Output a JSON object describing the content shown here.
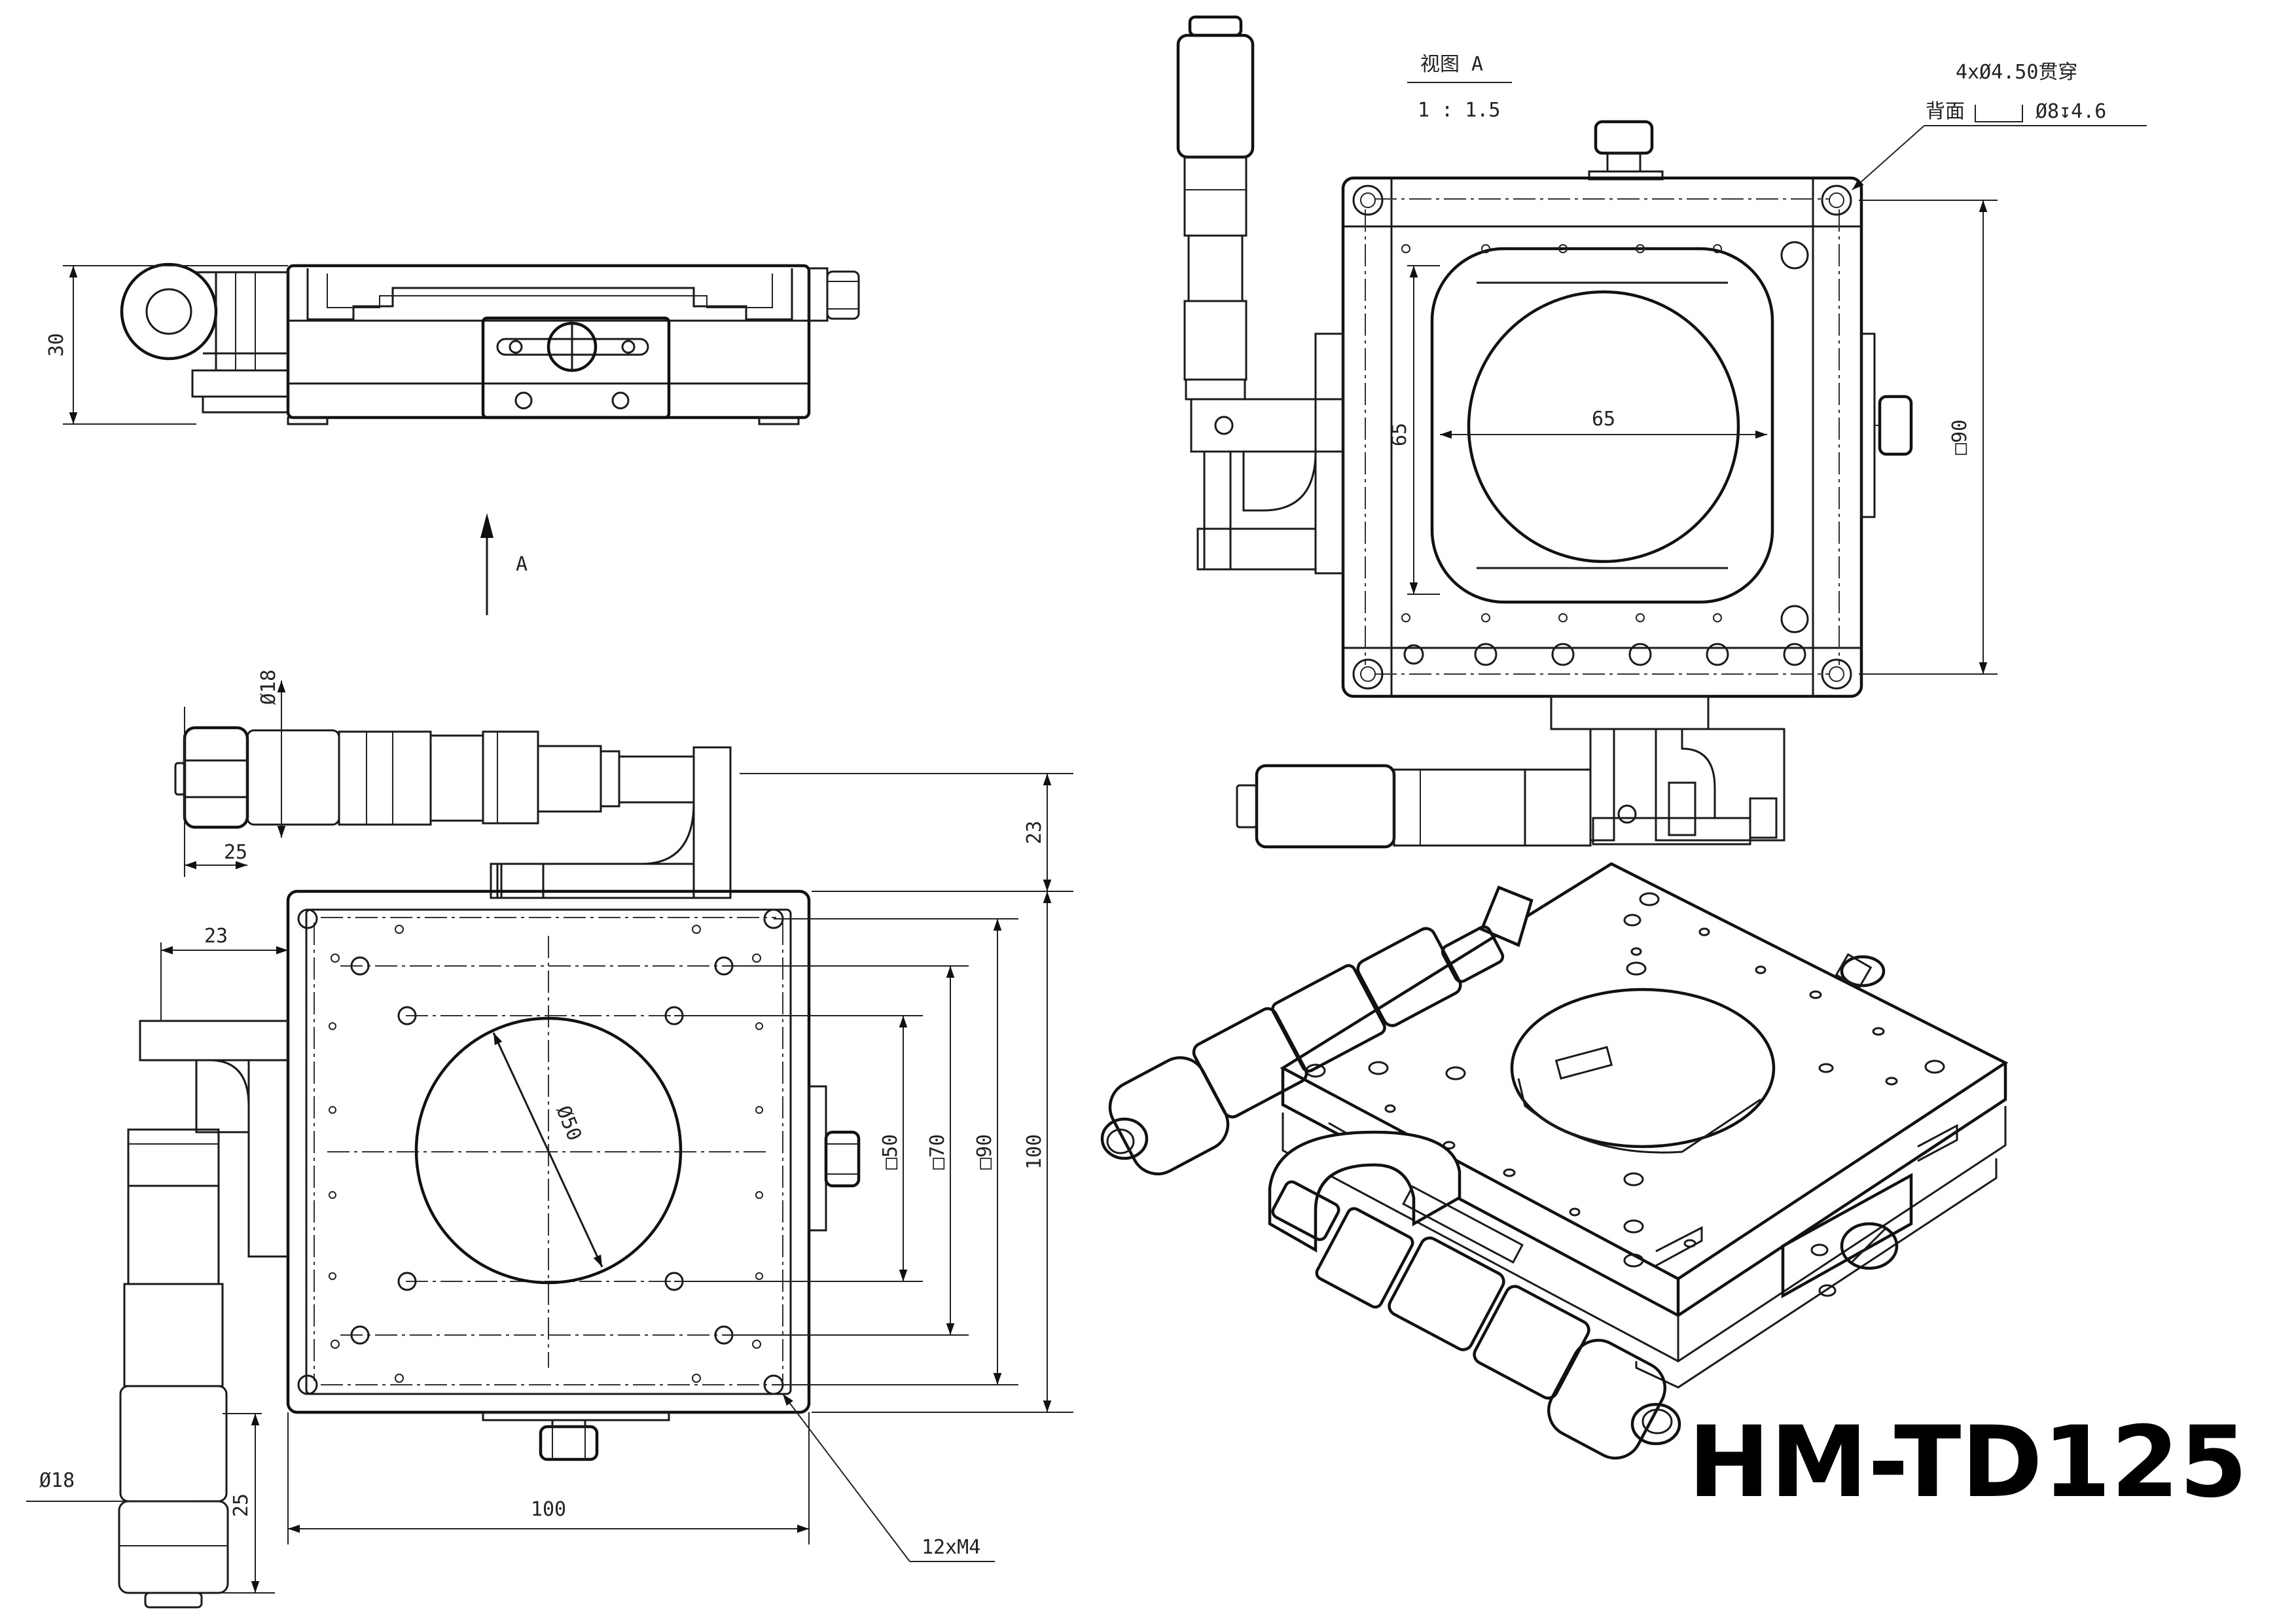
{
  "title": "HM-TD125",
  "view": {
    "label": "视图 A",
    "scale": "1 : 1.5",
    "arrow_label": "A"
  },
  "callouts": {
    "holes_line1": "4xØ4.50贯穿",
    "holes_line2": "背面",
    "holes_line3": "Ø8↧4.6",
    "thread": "12xM4"
  },
  "dims": {
    "side_height": "30",
    "mic_dia_top": "Ø18",
    "mic_dia_left": "Ø18",
    "mic_len_top": "25",
    "mic_len_left": "25",
    "offset_top": "23",
    "offset_left": "23",
    "overall_w": "100",
    "overall_h": "100",
    "bore": "Ø50",
    "sq50": "□50",
    "sq70": "□70",
    "sq90": "□90",
    "viewA_w": "65",
    "viewA_h": "65",
    "viewA_sq": "□90"
  }
}
